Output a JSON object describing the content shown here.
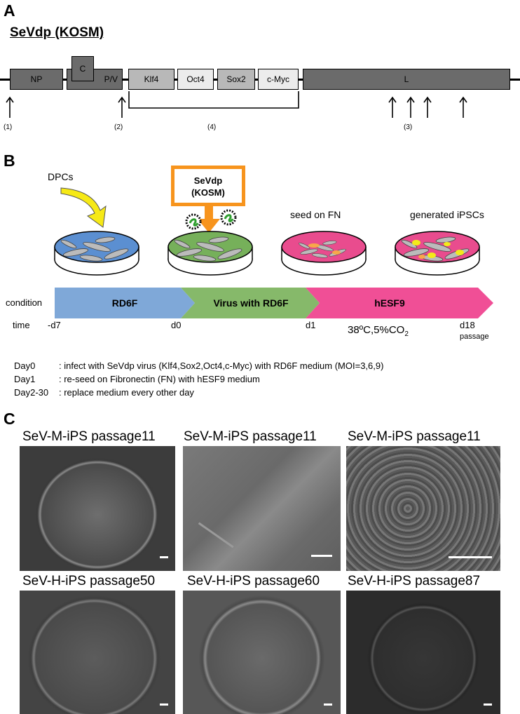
{
  "panel_a": {
    "letter": "A",
    "title": "SeVdp (KOSM)",
    "genes": {
      "np": "NP",
      "c": "C",
      "pv": "P/V",
      "klf4": "Klf4",
      "oct4": "Oct4",
      "sox2": "Sox2",
      "cmyc": "c-Myc",
      "l": "L"
    },
    "markers": [
      "(1)",
      "(2)",
      "(4)",
      "(3)"
    ]
  },
  "panel_b": {
    "letter": "B",
    "cell_label": "DPCs",
    "virus_box": "SeVdp\n(KOSM)",
    "virus_line1": "SeVdp",
    "virus_line2": "(KOSM)",
    "seed_label": "seed on FN",
    "generated_label": "generated iPSCs",
    "condition_label": "condition",
    "time_label": "time",
    "segments": [
      "RD6F",
      "Virus with RD6F",
      "hESF9"
    ],
    "times": [
      "-d7",
      "d0",
      "d1",
      "d18"
    ],
    "passage_label": "passage",
    "culture_condition": "38ºC,5%CO",
    "co2_sub": "2",
    "day_notes": [
      {
        "day": "Day0",
        "text": ":  infect with SeVdp virus (Klf4,Sox2,Oct4,c-Myc) with RD6F medium (MOI=3,6,9)"
      },
      {
        "day": "Day1",
        "text": ": re-seed on Fibronectin (FN) with hESF9 medium"
      },
      {
        "day": "Day2-30",
        "text": ": replace medium every other day"
      }
    ]
  },
  "panel_c": {
    "letter": "C",
    "captions": [
      "SeV-M-iPS passage11",
      "SeV-M-iPS passage11",
      "SeV-M-iPS passage11",
      "SeV-H-iPS passage50",
      "SeV-H-iPS passage60",
      "SeV-H-iPS passage87"
    ]
  },
  "colors": {
    "rd6f": "#7fa8d8",
    "virus": "#86b96a",
    "hesf9": "#f04f96",
    "orange": "#f7941d",
    "dish_blue": "#5b8fd1",
    "dish_green": "#76b05a",
    "dish_pink": "#e94c8e"
  }
}
